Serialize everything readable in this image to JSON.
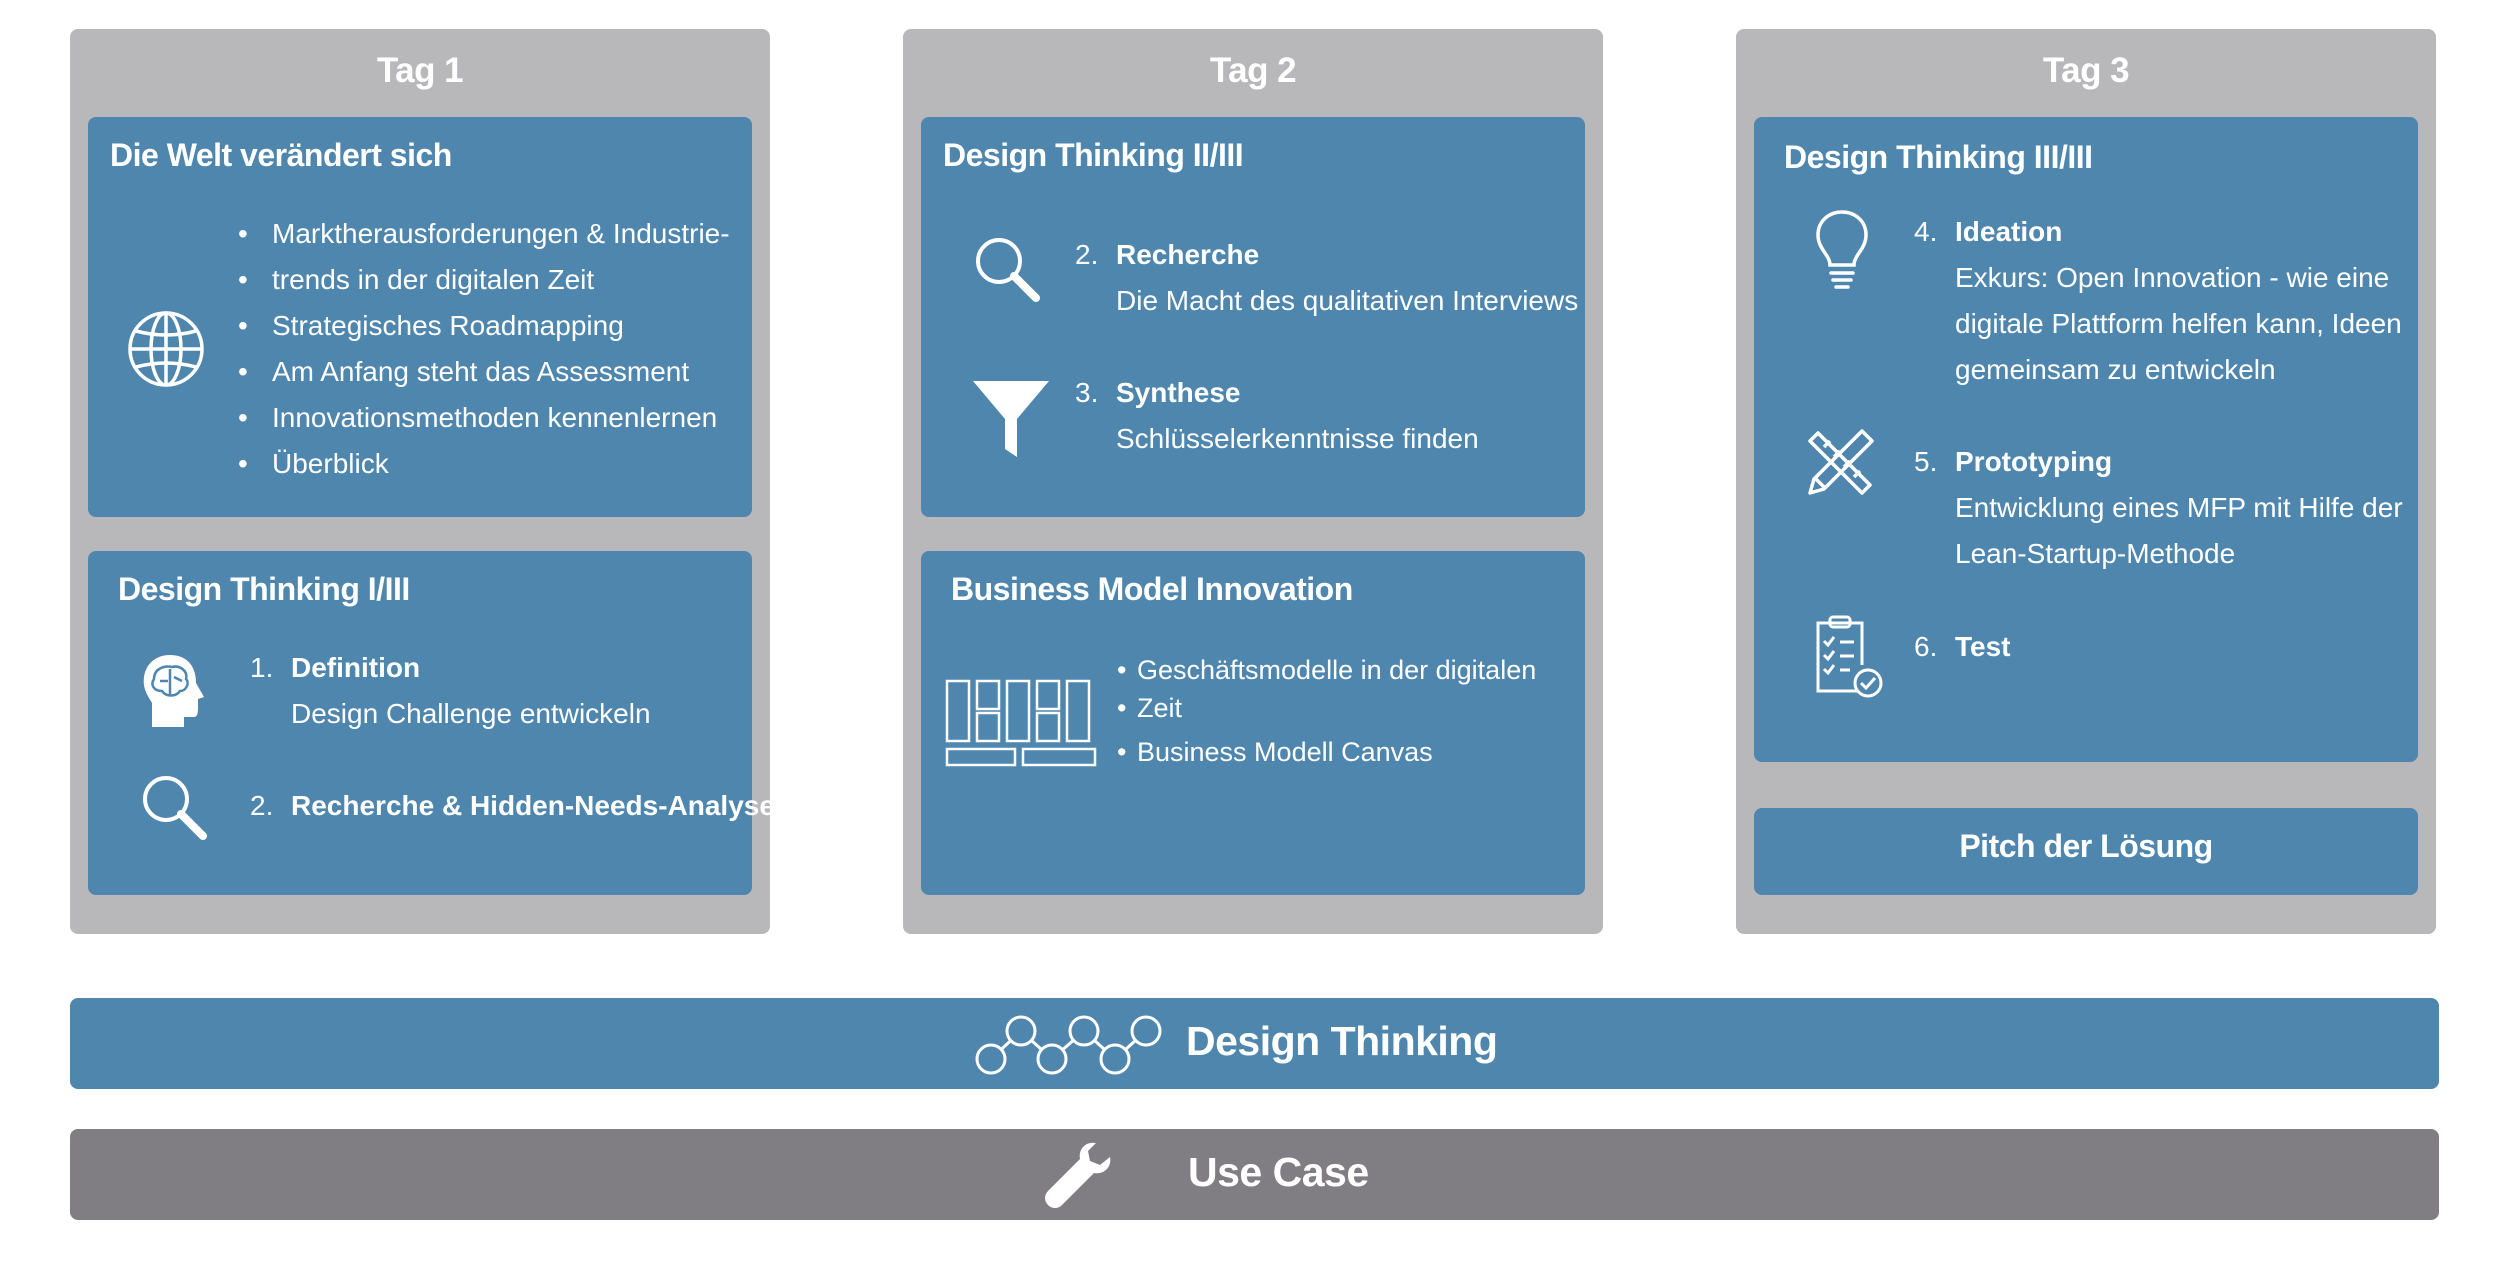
{
  "columns": [
    {
      "title": "Tag 1",
      "panel_a": {
        "title": "Die Welt verändert sich",
        "icon": "globe-icon",
        "bullets": [
          "Marktherausforderungen & Industrie-",
          "trends in der digitalen Zeit",
          "Strategisches Roadmapping",
          "Am Anfang steht das Assessment",
          "Innovationsmethoden kennenlernen",
          "Überblick"
        ]
      },
      "panel_b": {
        "title": "Design Thinking I/III",
        "steps": [
          {
            "num": "1.",
            "head": "Definition",
            "desc": "Design Challenge entwickeln",
            "icon": "head-brain-icon"
          },
          {
            "num": "2.",
            "head": "Recherche & Hidden-Needs-Analyse",
            "desc": "",
            "icon": "magnifier-icon"
          }
        ]
      }
    },
    {
      "title": "Tag 2",
      "panel_a": {
        "title": "Design Thinking II/III",
        "steps": [
          {
            "num": "2.",
            "head": "Recherche",
            "desc": "Die Macht des qualitativen Interviews",
            "icon": "magnifier-icon"
          },
          {
            "num": "3.",
            "head": "Synthese",
            "desc": "Schlüsselerkenntnisse finden",
            "icon": "funnel-icon"
          }
        ]
      },
      "panel_b": {
        "title": "Business Model Innovation",
        "icon": "canvas-grid-icon",
        "bullets": [
          "Geschäftsmodelle in der digitalen",
          "Zeit",
          "Business Modell Canvas"
        ]
      }
    },
    {
      "title": "Tag 3",
      "panel_a": {
        "title": "Design Thinking III/III",
        "steps": [
          {
            "num": "4.",
            "head": "Ideation",
            "desc_lines": [
              "Exkurs: Open Innovation - wie eine",
              "digitale Plattform helfen kann, Ideen",
              "gemeinsam zu entwickeln"
            ],
            "icon": "lightbulb-icon"
          },
          {
            "num": "5.",
            "head": "Prototyping",
            "desc_lines": [
              "Entwicklung eines MFP mit Hilfe der",
              "Lean-Startup-Methode"
            ],
            "icon": "pencil-ruler-icon"
          },
          {
            "num": "6.",
            "head": "Test",
            "desc_lines": [],
            "icon": "checklist-icon"
          }
        ]
      },
      "pitch": "Pitch der Lösung"
    }
  ],
  "design_thinking_bar": {
    "label": "Design Thinking",
    "icon": "connected-circles-icon",
    "color": "#4e86ae"
  },
  "use_case_bar": {
    "label": "Use Case",
    "icon": "wrench-icon",
    "color": "#807d83"
  },
  "colors": {
    "column_bg": "#b8b7b9",
    "panel_bg": "#4e86ae",
    "text": "#ffffff"
  }
}
